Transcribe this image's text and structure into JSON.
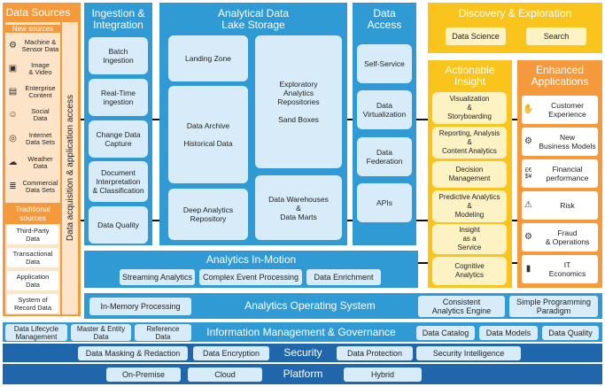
{
  "data_sources": {
    "title": "Data Sources",
    "new_label": "New sources",
    "new": [
      {
        "label": "Machine &\nSensor Data",
        "icon": "gear-icon"
      },
      {
        "label": "Image\n& Video",
        "icon": "camera-icon"
      },
      {
        "label": "Enterprise\nContent",
        "icon": "document-icon"
      },
      {
        "label": "Social\nData",
        "icon": "people-icon"
      },
      {
        "label": "Internet\nData Sets",
        "icon": "globe-icon"
      },
      {
        "label": "Weather\nData",
        "icon": "cloud-icon"
      },
      {
        "label": "Commercial\nData Sets",
        "icon": "stack-icon"
      }
    ],
    "traditional_label": "Traditional\nsources",
    "traditional": [
      "Third-Party\nData",
      "Transactional\nData",
      "Application\nData",
      "System of\nRecord Data"
    ],
    "access_label": "Data acquisition & application access"
  },
  "ingestion": {
    "title": "Ingestion &\nIntegration",
    "items": [
      "Batch\nIngestion",
      "Real-Time\ningestion",
      "Change Data\nCapture",
      "Document\nInterpretation\n& Classification",
      "Data Quality"
    ]
  },
  "lake": {
    "title": "Analytical Data\nLake Storage",
    "landing": "Landing Zone",
    "archive": "Data Archive\n\nHistorical Data",
    "deep": "Deep Analytics\nRepository",
    "exploratory": "Exploratory\nAnalytics\nRepositories\n\nSand Boxes",
    "warehouses": "Data Warehouses\n&\nData Marts"
  },
  "access": {
    "title": "Data\nAccess",
    "items": [
      "Self-Service",
      "Data\nVirtualization",
      "Data\nFederation",
      "APIs"
    ]
  },
  "discovery": {
    "title": "Discovery & Exploration",
    "items": [
      "Data Science",
      "Search"
    ]
  },
  "insight": {
    "title": "Actionable\nInsight",
    "items": [
      "Visualization\n&\nStoryboarding",
      "Reporting, Analysis\n&\nContent Analytics",
      "Decision\nManagement",
      "Predictive Analytics\n&\nModeling",
      "Insight\nas a\nService",
      "Cognitive\nAnalytics"
    ]
  },
  "enhanced": {
    "title": "Enhanced\nApplications",
    "items": [
      {
        "label": "Customer\nExperience",
        "icon": "handshake-icon",
        "glyph": "🤝"
      },
      {
        "label": "New\nBusiness Models",
        "icon": "gears-icon",
        "glyph": "⚙"
      },
      {
        "label": "Financial\nperformance",
        "icon": "currency-icon",
        "glyph": "£€\n$¥"
      },
      {
        "label": "Risk",
        "icon": "warning-icon",
        "glyph": "⚠"
      },
      {
        "label": "Fraud\n& Operations",
        "icon": "cogs-icon",
        "glyph": "⚙"
      },
      {
        "label": "IT\nEconomics",
        "icon": "server-icon",
        "glyph": "▮"
      }
    ]
  },
  "in_motion": {
    "title": "Analytics In-Motion",
    "items": [
      "Streaming Analytics",
      "Complex Event Processing",
      "Data Enrichment"
    ]
  },
  "aos": {
    "title": "Analytics Operating System",
    "left": "In-Memory Processing",
    "right1": "Consistent\nAnalytics Engine",
    "right2": "Simple Programming\nParadigm"
  },
  "img": {
    "title": "Information Management & Governance",
    "left": [
      "Data Lifecycle\nManagement",
      "Master & Entity\nData",
      "Reference\nData"
    ],
    "right": [
      "Data Catalog",
      "Data Models",
      "Data Quality"
    ]
  },
  "security": {
    "title": "Security",
    "left": [
      "Data Masking & Redaction",
      "Data Encryption"
    ],
    "right": [
      "Data Protection",
      "Security Intelligence"
    ]
  },
  "platform": {
    "title": "Platform",
    "left": [
      "On-Premise",
      "Cloud"
    ],
    "right": [
      "Hybrid"
    ]
  },
  "colors": {
    "teal": "#2f9ad3",
    "orange": "#f59a3c",
    "yellow": "#f9c41c",
    "dark_blue": "#1f66aa"
  }
}
